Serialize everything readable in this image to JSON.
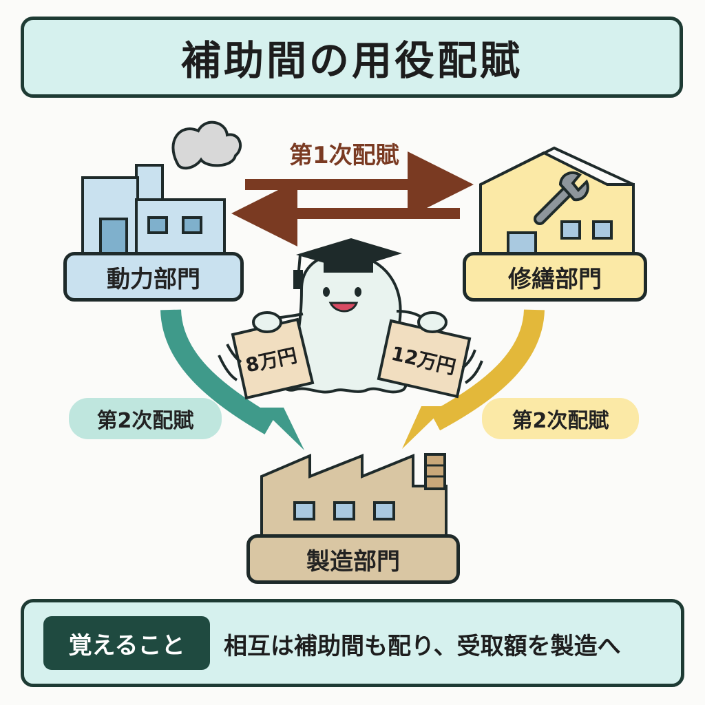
{
  "title": "補助間の用役配賦",
  "departments": {
    "power": "動力部門",
    "repair": "修繕部門",
    "manufacturing": "製造部門"
  },
  "arrows": {
    "first_allocation": "第1次配賦",
    "second_allocation_left": "第2次配賦",
    "second_allocation_right": "第2次配賦"
  },
  "signs": {
    "left": "8万円",
    "right": "12万円"
  },
  "footer": {
    "badge": "覚えること",
    "text": "相互は補助間も配り、受取額を製造へ"
  },
  "colors": {
    "power": "#c9e1ef",
    "repair": "#fbe9a6",
    "manufacturing": "#d9c6a3",
    "first_arrow": "#7a3a22",
    "second_left": "#3f9a8a",
    "second_right": "#e3b83a"
  },
  "icons": [
    "factory-icon",
    "workshop-icon",
    "wrench-icon",
    "ghost-mascot-icon",
    "graduation-cap-icon",
    "manufacturing-plant-icon"
  ]
}
